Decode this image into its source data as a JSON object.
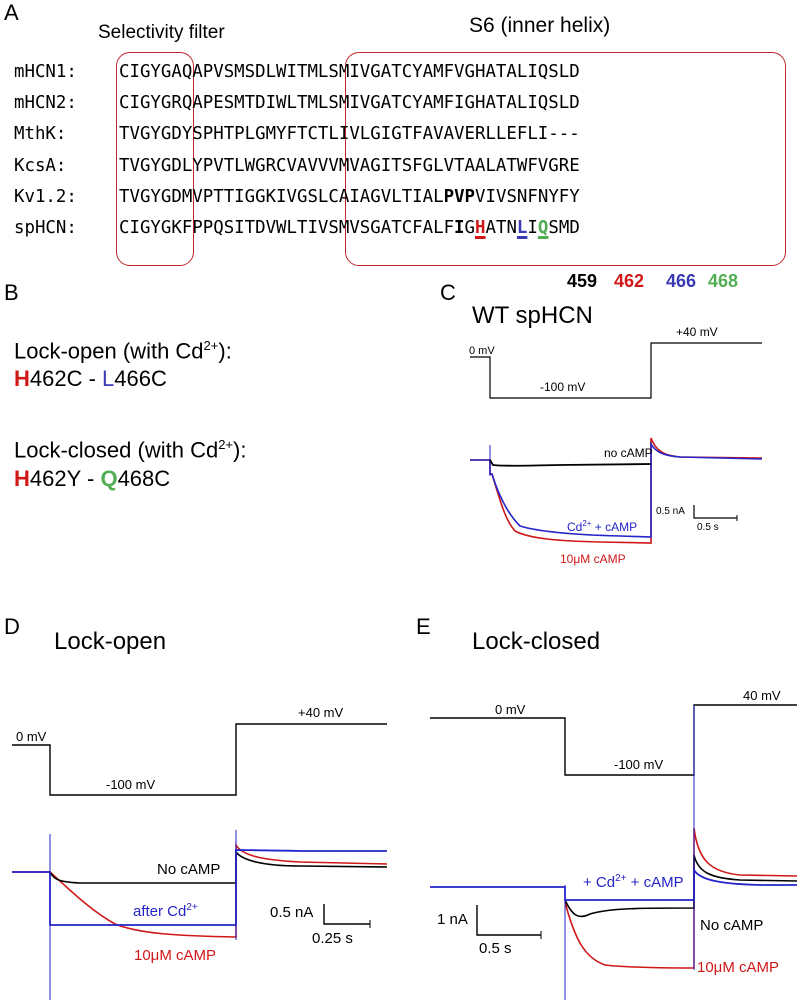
{
  "panels": {
    "a": "A",
    "b": "B",
    "c": "C",
    "d": "D",
    "e": "E"
  },
  "alignment": {
    "header_filter": "Selectivity filter",
    "header_s6": "S6 (inner helix)",
    "rows": [
      {
        "name": "mHCN1:",
        "seq": "CIGYGAQAPVSMSDLWITMLSMIVGATCYAMFVGHATALIQSLD"
      },
      {
        "name": "mHCN2:",
        "seq": "CIGYGRQAPESMTDIWLTMLSMIVGATCYAMFIGHATALIQSLD"
      },
      {
        "name": "MthK:",
        "seq": "TVGYGDYSPHTPLGMYFTCTLIVLGIGTFAVAVERLLEFLI---"
      },
      {
        "name": "KcsA:",
        "seq": "TVGYGDLYPVTLWGRCVAVVVMVAGITSFGLVTAALATWFVGRE"
      },
      {
        "name": "Kv1.2:",
        "seq": "TVGYGDMVPTTIGGKIVGSLCAIAGVLTIALPVPVIVSNFNYFY"
      },
      {
        "name": "spHCN:",
        "seq": "CIGYGKFPPQSITDVWLTIVSMVSGATCFALFIGHATNLIQSMD"
      }
    ],
    "residue_numbers": [
      "459",
      "462",
      "466",
      "468"
    ],
    "colors": {
      "box": "#c0282e",
      "red": "#d01818",
      "blue": "#3a3ab4",
      "green": "#52ae54"
    }
  },
  "panel_b": {
    "lock_open_label": "Lock-open (with Cd",
    "lock_open_sup": "2+",
    "lock_open_end": "):",
    "lock_open_first": "H",
    "lock_open_first_rest": "462C - ",
    "lock_open_second": "L",
    "lock_open_second_rest": "466C",
    "lock_closed_label": "Lock-closed (with Cd",
    "lock_closed_sup": "2+",
    "lock_closed_end": "):",
    "lock_closed_first": "H",
    "lock_closed_first_rest": "462Y - ",
    "lock_closed_second": "Q",
    "lock_closed_second_rest": "468C"
  },
  "panel_c": {
    "title": "WT spHCN",
    "v_hold": "0 mV",
    "v_step": "-100 mV",
    "v_tail": "+40 mV",
    "trace_nocamp": "no cAMP",
    "trace_cd_pre": "Cd",
    "trace_cd_sup": "2+",
    "trace_cd_post": " + cAMP",
    "trace_camp": "10μM cAMP",
    "scale_y": "0.5 nA",
    "scale_x": "0.5 s"
  },
  "panel_d": {
    "title": "Lock-open",
    "v_hold": "0 mV",
    "v_step": "-100 mV",
    "v_tail": "+40 mV",
    "trace_nocamp": "No cAMP",
    "trace_cd_pre": "after Cd",
    "trace_cd_sup": "2+",
    "trace_camp": "10μM cAMP",
    "scale_y": "0.5 nA",
    "scale_x": "0.25 s"
  },
  "panel_e": {
    "title": "Lock-closed",
    "v_hold": "0 mV",
    "v_step": "-100 mV",
    "v_tail": "40 mV",
    "trace_cd_pre": "+ Cd",
    "trace_cd_sup": "2+",
    "trace_cd_post": " + cAMP",
    "trace_nocamp": "No cAMP",
    "trace_camp": "10μM cAMP",
    "scale_y": "1 nA",
    "scale_x": "0.5 s"
  }
}
